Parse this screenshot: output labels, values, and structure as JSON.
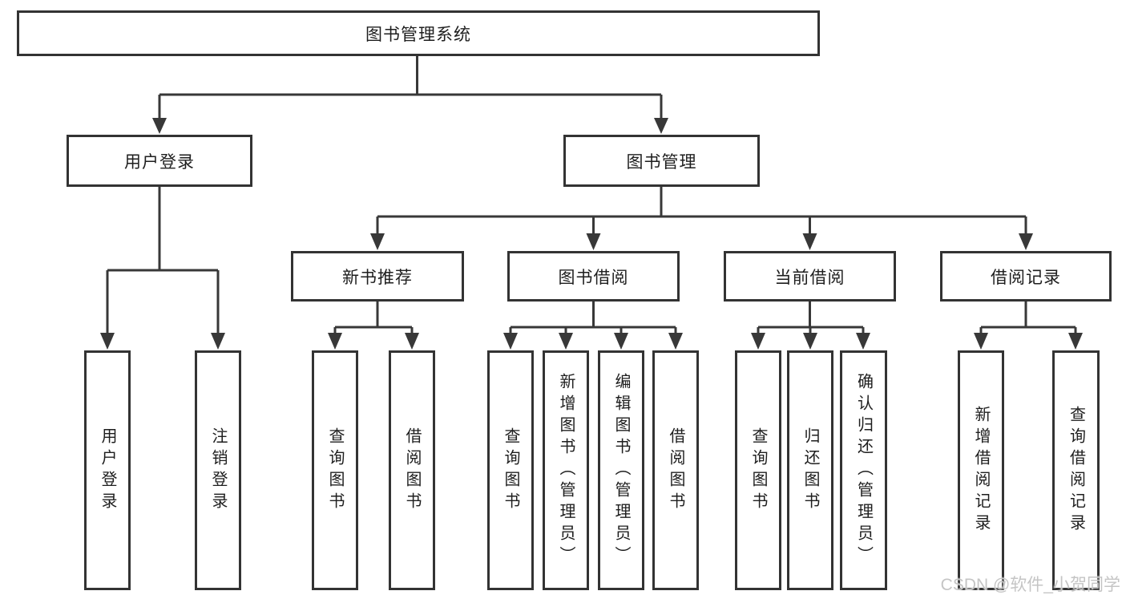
{
  "diagram": {
    "title": "图书管理系统",
    "nodes": {
      "root": "图书管理系统",
      "user_login": "用户登录",
      "book_mgmt": "图书管理",
      "new_book_rec": "新书推荐",
      "book_borrow": "图书借阅",
      "current_borrow": "当前借阅",
      "borrow_records": "借阅记录",
      "ul_login": "用户登录",
      "ul_logout": "注销登录",
      "nb_query": "查询图书",
      "nb_borrow": "借阅图书",
      "bb_query": "查询图书",
      "bb_add": "新增图书（管理员）",
      "bb_edit": "编辑图书（管理员）",
      "bb_borrow": "借阅图书",
      "cb_query": "查询图书",
      "cb_return": "归还图书",
      "cb_confirm": "确认归还（管理员）",
      "br_add": "新增借阅记录",
      "br_query": "查询借阅记录"
    },
    "colors": {
      "line": "#383838",
      "box_border": "#333333",
      "text": "#1e1e1e",
      "background": "#ffffff",
      "watermark": "#c5c5c5"
    }
  },
  "watermark": "CSDN @软件_小贺同学"
}
